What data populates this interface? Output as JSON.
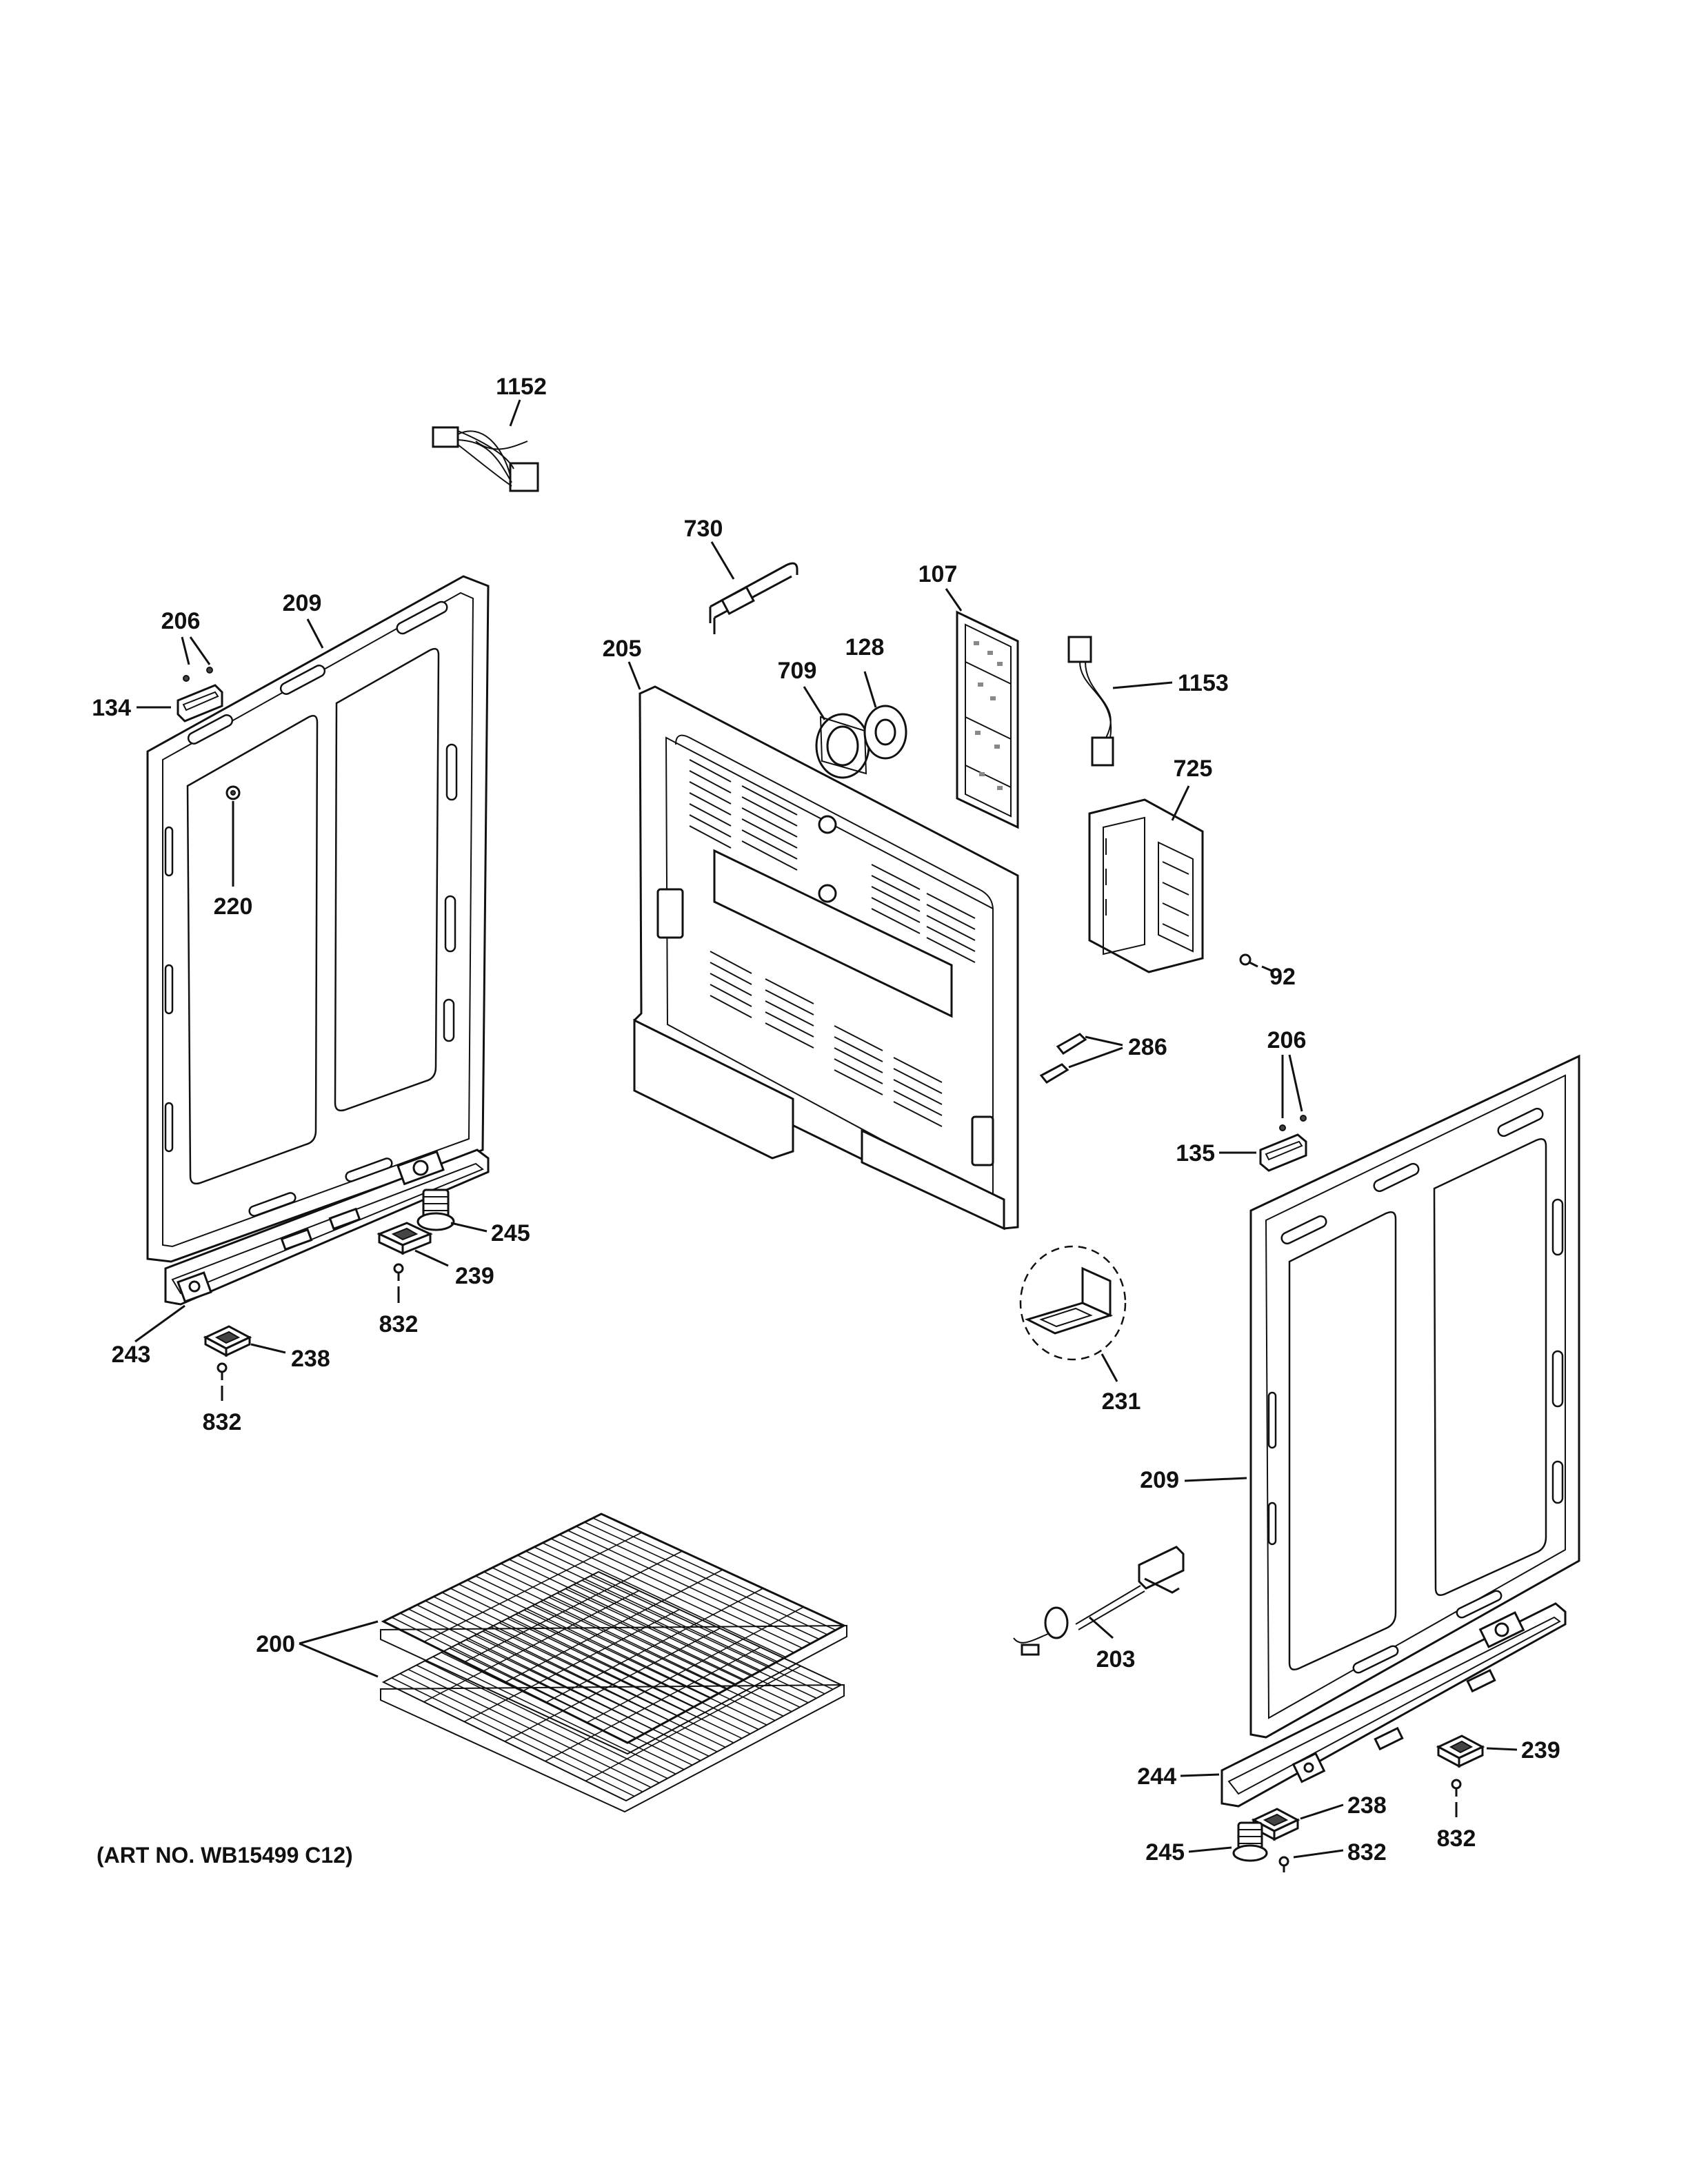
{
  "labels": {
    "p1152": "1152",
    "p730": "730",
    "p107": "107",
    "p206a": "206",
    "p209a": "209",
    "p205": "205",
    "p709": "709",
    "p128": "128",
    "p1153": "1153",
    "p134": "134",
    "p725": "725",
    "p220": "220",
    "p92": "92",
    "p206b": "206",
    "p286": "286",
    "p135": "135",
    "p245a": "245",
    "p239a": "239",
    "p832a": "832",
    "p243": "243",
    "p238a": "238",
    "p832b": "832",
    "p231": "231",
    "p209b": "209",
    "p200": "200",
    "p203": "203",
    "p239b": "239",
    "p244": "244",
    "p238b": "238",
    "p832c": "832",
    "p245b": "245",
    "p832d": "832"
  },
  "art_number": "(ART NO. WB15499 C12)"
}
